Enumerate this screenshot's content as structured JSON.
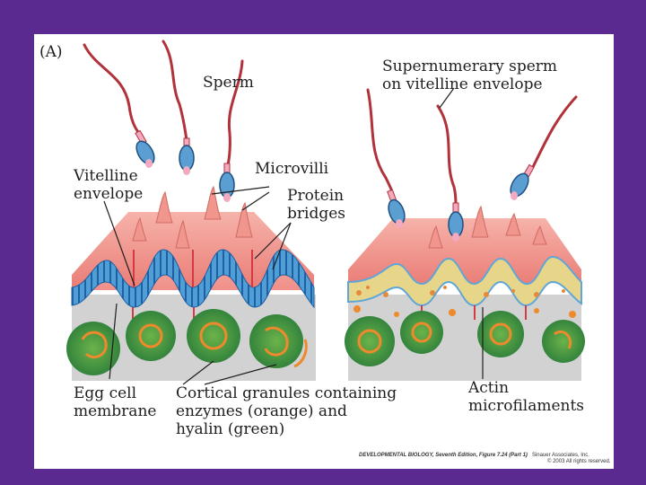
{
  "panel_label": "(A)",
  "labels": {
    "sperm": "Sperm",
    "supernumerary": [
      "Supernumerary sperm",
      "on vitelline envelope"
    ],
    "vitelline": [
      "Vitelline",
      "envelope"
    ],
    "microvilli": "Microvilli",
    "protein_bridges": [
      "Protein",
      "bridges"
    ],
    "egg_membrane": [
      "Egg cell",
      "membrane"
    ],
    "cortical": [
      "Cortical granules containing",
      "enzymes (orange) and",
      "hyalin (green)"
    ],
    "actin": [
      "Actin",
      "microfilaments"
    ]
  },
  "credit": {
    "left": "DEVELOPMENTAL BIOLOGY, Seventh Edition, Figure 7.24 (Part 1)",
    "right": "Sinauer Associates, Inc.",
    "line2": "© 2003 All rights reserved."
  },
  "colors": {
    "background": "#5b2a91",
    "cytoplasm": "#d0d0d0",
    "envelope_pink": "#f4a7a0",
    "envelope_blue": "#4f9fd6",
    "granule_green": "#3f9a4e",
    "granule_orange": "#ee8a2c",
    "sperm_tail": "#b1323a"
  }
}
